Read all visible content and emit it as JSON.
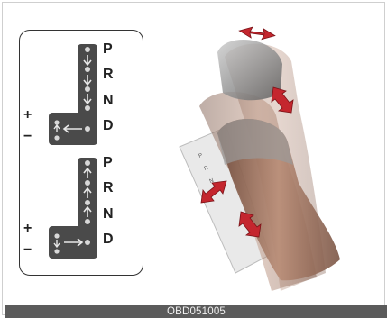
{
  "gate_top": {
    "gears": [
      "P",
      "R",
      "N",
      "D"
    ],
    "plus": "+",
    "minus": "−"
  },
  "gate_bottom": {
    "gears": [
      "P",
      "R",
      "N",
      "D"
    ],
    "plus": "+",
    "minus": "−"
  },
  "caption": "OBD051005",
  "colors": {
    "gate_fill": "#4a4a4a",
    "arrow_red": "#c4262e",
    "lever_brown": "#9a6b55",
    "caption_bg": "#5b5b5b"
  }
}
